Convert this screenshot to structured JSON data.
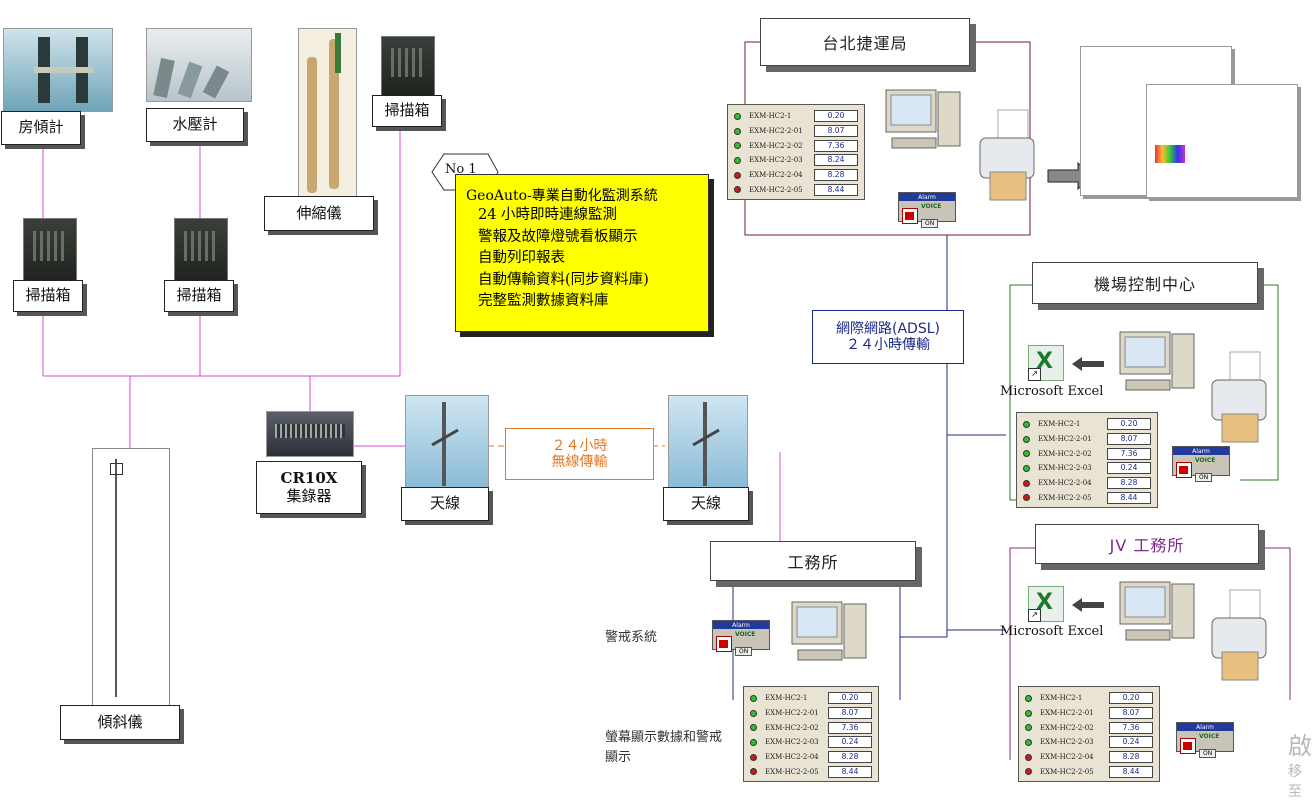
{
  "sensors": {
    "inclinometer_house": "房傾計",
    "piezometer": "水壓計",
    "scanner_box_1": "掃描箱",
    "scanner_box_2": "掃描箱",
    "scanner_box_3": "掃描箱",
    "extensometer": "伸縮儀",
    "inclinometer": "傾斜儀"
  },
  "logger": {
    "line1": "CR10X",
    "line2": "集錄器"
  },
  "antenna": {
    "left": "天線",
    "right": "天線"
  },
  "wireless": {
    "line1": "２４小時",
    "line2": "無線傳輸"
  },
  "callout": "No 1",
  "features": {
    "title": "GeoAuto-專業自動化監測系統",
    "items": [
      "24 小時即時連線監測",
      "警報及故障燈號看板顯示",
      "自動列印報表",
      "自動傳輸資料(同步資料庫)",
      "完整監測數據資料庫"
    ]
  },
  "internet": {
    "line1": "網際網路(ADSL)",
    "line2": "２４小時傳輸"
  },
  "sites": {
    "taipei_mrt": "台北捷運局",
    "airport": "機場控制中心",
    "jv_office": "JV 工務所",
    "works_office": "工務所"
  },
  "excel_label": "Microsoft Excel",
  "alarm_widget": {
    "title": "Alarm",
    "voice": "VOICE",
    "on": "ON"
  },
  "works_office_notes": {
    "alarm_system": "警戒系統",
    "display": "螢幕顯示數據和警戒顯示"
  },
  "monitor_panel": {
    "rows": [
      {
        "name": "EXM-HC2-1",
        "status": "green"
      },
      {
        "name": "EXM-HC2-2-01",
        "status": "green"
      },
      {
        "name": "EXM-HC2-2-02",
        "status": "green"
      },
      {
        "name": "EXM-HC2-2-03",
        "status": "green"
      },
      {
        "name": "EXM-HC2-2-04",
        "status": "red"
      },
      {
        "name": "EXM-HC2-2-05",
        "status": "red"
      }
    ],
    "values_a": [
      "0.20",
      "8.07",
      "7.36",
      "8.24",
      "8.28",
      "8.44"
    ],
    "values_b": [
      "0.20",
      "8.07",
      "7.36",
      "0.24",
      "8.28",
      "8.44"
    ]
  },
  "watermark": {
    "line1": "啟",
    "line2": "移至"
  },
  "colors": {
    "pink_line": "#d94bd9",
    "maroon_line": "#7a1a2a",
    "navy_line": "#1a2a8a",
    "green_line": "#2a7a2a",
    "purple_line": "#8a2a8a",
    "orange_line": "#e07a2a",
    "feature_bg": "#ffff00"
  }
}
